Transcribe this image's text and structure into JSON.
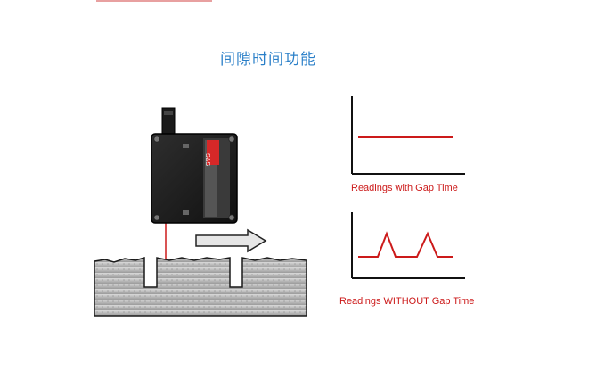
{
  "title": "间隙时间功能",
  "colors": {
    "title": "#2a7fc8",
    "signal": "#cc1a1a",
    "sensor_body": "#1c1c1c",
    "surface": "#bfbfbf"
  },
  "sensor": {
    "brand_mark": "S&S"
  },
  "charts": {
    "with_gap": {
      "caption": "Readings with Gap Time",
      "shape": "flat-line"
    },
    "without_gap": {
      "caption": "Readings WITHOUT Gap Time",
      "shape": "two-peaks"
    }
  },
  "motion": {
    "icon": "arrow-right-icon"
  }
}
